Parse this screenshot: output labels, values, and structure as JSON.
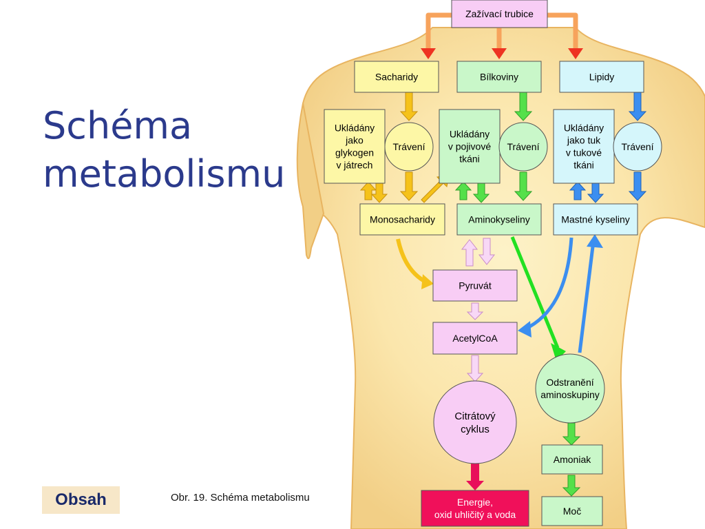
{
  "slide": {
    "title": "Schéma\nmetabolismu",
    "obsah_label": "Obsah",
    "caption": "Obr. 19. Schéma metabolismu"
  },
  "diagram": {
    "nodes": {
      "trubice": [
        "Zažívací trubice"
      ],
      "sacharidy": [
        "Sacharidy"
      ],
      "bilkoviny": [
        "Bílkoviny"
      ],
      "lipidy": [
        "Lipidy"
      ],
      "ukladany_jatra": [
        "Ukládány",
        "jako",
        "glykogen",
        "v játrech"
      ],
      "ukladany_pojivo": [
        "Ukládány",
        "v pojivové",
        "tkáni"
      ],
      "ukladany_tuk": [
        "Ukládány",
        "jako tuk",
        "v tukové",
        "tkáni"
      ],
      "traveni1": [
        "Trávení"
      ],
      "traveni2": [
        "Trávení"
      ],
      "traveni3": [
        "Trávení"
      ],
      "monosacharidy": [
        "Monosacharidy"
      ],
      "aminokyseliny": [
        "Aminokyseliny"
      ],
      "mastne": [
        "Mastné kyseliny"
      ],
      "pyruvat": [
        "Pyruvát"
      ],
      "acetylcoa": [
        "AcetylCoA"
      ],
      "citratovy": [
        "Citrátový",
        "cyklus"
      ],
      "odstraneni": [
        "Odstranění",
        "aminoskupiny"
      ],
      "amoniak": [
        "Amoniak"
      ],
      "energie": [
        "Energie,",
        "oxid uhličitý a voda"
      ],
      "moc": [
        "Moč"
      ]
    }
  },
  "colors": {
    "title": "#2b3a8c",
    "torso": "#f5d592",
    "torso_light": "#fcefc4",
    "yellow_box": "#fdf7a6",
    "green_box": "#c9f7c9",
    "blue_box": "#d5f6fb",
    "pink_box": "#f8cdf5",
    "energy_box": "#f0105a",
    "orange_arrow": "#f7a35c",
    "red_arrow": "#ee3322",
    "yellow_arrow": "#f5c21a",
    "green_arrow": "#55e04a",
    "blue_arrow": "#3b8ef0",
    "pink_arrow": "#f3cdf2"
  }
}
